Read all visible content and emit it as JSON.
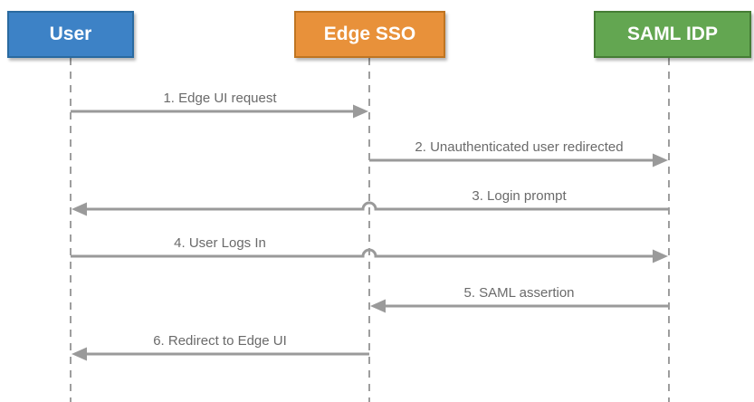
{
  "diagram": {
    "type": "sequence-diagram",
    "actors": [
      {
        "name": "User",
        "fill": "#3d82c6",
        "border": "#2a6aa0"
      },
      {
        "name": "Edge SSO",
        "fill": "#e8913a",
        "border": "#bf7522"
      },
      {
        "name": "SAML IDP",
        "fill": "#63a651",
        "border": "#457d35"
      }
    ],
    "messages": [
      {
        "label": "1. Edge UI request",
        "from": "User",
        "to": "Edge SSO",
        "direction": "right"
      },
      {
        "label": "2. Unauthenticated user redirected",
        "from": "Edge SSO",
        "to": "SAML IDP",
        "direction": "right"
      },
      {
        "label": "3. Login prompt",
        "from": "SAML IDP",
        "to": "User",
        "direction": "left"
      },
      {
        "label": "4. User Logs In",
        "from": "User",
        "to": "SAML IDP",
        "direction": "right"
      },
      {
        "label": "5. SAML assertion",
        "from": "SAML IDP",
        "to": "Edge SSO",
        "direction": "left"
      },
      {
        "label": "6. Redirect to Edge UI",
        "from": "Edge SSO",
        "to": "User",
        "direction": "left"
      }
    ],
    "colors": {
      "arrow_line": "#9a9a9a",
      "lifeline": "#9e9e9e",
      "label_text": "#6a6a6a",
      "background": "#ffffff"
    }
  }
}
